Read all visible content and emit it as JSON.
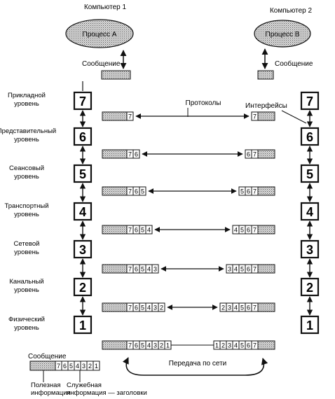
{
  "computers": [
    {
      "title": "Компьютер 1",
      "process": "Процесс А",
      "message": "Сообщение"
    },
    {
      "title": "Компьютер 2",
      "process": "Процесс В",
      "message": "Сообщение"
    }
  ],
  "labels": {
    "protocols": "Протоколы",
    "interfaces": "Интерфейсы",
    "network_transfer": "Передача по сети"
  },
  "layers": [
    {
      "number": "7",
      "name_line1": "Прикладной",
      "name_line2": "уровень"
    },
    {
      "number": "6",
      "name_line1": "Представительный",
      "name_line2": "уровень"
    },
    {
      "number": "5",
      "name_line1": "Сеансовый",
      "name_line2": "уровень"
    },
    {
      "number": "4",
      "name_line1": "Транспортный",
      "name_line2": "уровень"
    },
    {
      "number": "3",
      "name_line1": "Сетевой",
      "name_line2": "уровень"
    },
    {
      "number": "2",
      "name_line1": "Канальный",
      "name_line2": "уровень"
    },
    {
      "number": "1",
      "name_line1": "Физический",
      "name_line2": "уровень"
    }
  ],
  "packets": [
    {
      "left": [
        "7"
      ],
      "right": [
        "7"
      ]
    },
    {
      "left": [
        "7",
        "6"
      ],
      "right": [
        "6",
        "7"
      ]
    },
    {
      "left": [
        "7",
        "6",
        "5"
      ],
      "right": [
        "5",
        "6",
        "7"
      ]
    },
    {
      "left": [
        "7",
        "6",
        "5",
        "4"
      ],
      "right": [
        "4",
        "5",
        "6",
        "7"
      ]
    },
    {
      "left": [
        "7",
        "6",
        "5",
        "4",
        "3"
      ],
      "right": [
        "3",
        "4",
        "5",
        "6",
        "7"
      ]
    },
    {
      "left": [
        "7",
        "6",
        "5",
        "4",
        "3",
        "2"
      ],
      "right": [
        "2",
        "3",
        "4",
        "5",
        "6",
        "7"
      ]
    },
    {
      "left": [
        "7",
        "6",
        "5",
        "4",
        "3",
        "2",
        "1"
      ],
      "right": [
        "1",
        "2",
        "3",
        "4",
        "5",
        "6",
        "7"
      ]
    }
  ],
  "legend": {
    "title": "Сообщение",
    "headers": [
      "7",
      "6",
      "5",
      "4",
      "3",
      "2",
      "1"
    ],
    "payload_line1": "Полезная",
    "payload_line2": "информация",
    "service_line1": "Служебная",
    "service_line2": "информация — заголовки"
  },
  "colors": {
    "stipple": "#b3b3b3",
    "ink": "#111111"
  }
}
